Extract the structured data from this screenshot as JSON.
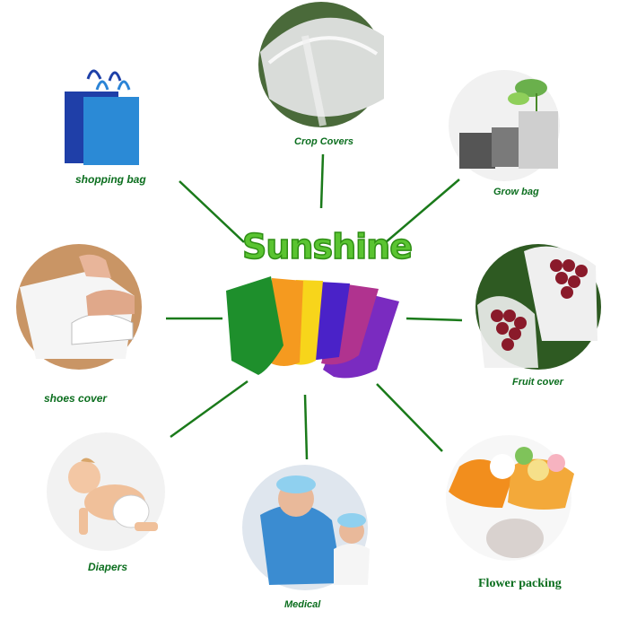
{
  "brand": {
    "name": "Sunshine"
  },
  "applications": [
    {
      "id": "shopping-bag",
      "label": "shopping bag"
    },
    {
      "id": "crop-covers",
      "label": "Crop Covers"
    },
    {
      "id": "grow-bag",
      "label": "Grow  bag"
    },
    {
      "id": "shoes-cover",
      "label": "shoes cover"
    },
    {
      "id": "fruit-cover",
      "label": "Fruit cover"
    },
    {
      "id": "diapers",
      "label": "Diapers"
    },
    {
      "id": "medical",
      "label": "Medical"
    },
    {
      "id": "flower-packing",
      "label": "Flower packing"
    }
  ],
  "colors": {
    "label_green": "#0b6e1e",
    "connector_green": "#1a7a1a",
    "title_green": "#5ac431",
    "fabric_swatches": [
      "#1e8f2c",
      "#f59a1f",
      "#f7d51b",
      "#4a22c8",
      "#b0338f",
      "#7a2bc0"
    ]
  }
}
